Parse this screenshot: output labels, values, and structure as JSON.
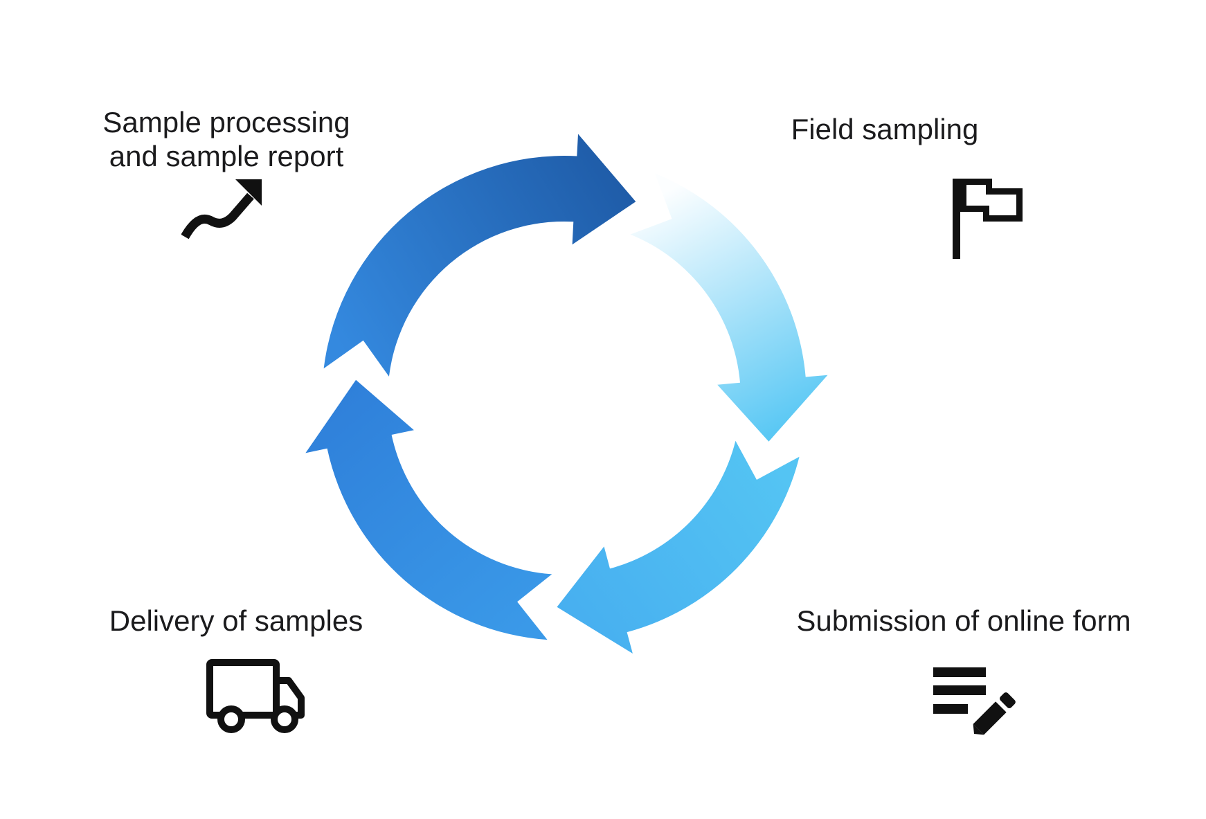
{
  "background_color": "#ffffff",
  "text_color": "#1b1b1d",
  "icon_color": "#111111",
  "steps": [
    {
      "label": "Field sampling",
      "line1": "Field sampling",
      "icon": "flag-icon",
      "position": "top-right"
    },
    {
      "label": "Submission of online form",
      "line1": "Submission of online form",
      "icon": "edit-note-icon",
      "position": "bottom-right"
    },
    {
      "label": "Delivery of samples",
      "line1": "Delivery of samples",
      "icon": "delivery-truck-icon",
      "position": "bottom-left"
    },
    {
      "label": "Sample processing and sample report",
      "line1": "Sample processing",
      "line2": "and sample report",
      "icon": "trending-up-icon",
      "position": "top-left"
    }
  ],
  "cycle": {
    "type": "circular-process",
    "direction": "clockwise",
    "segments": [
      {
        "name": "cycle-segment-left-to-top",
        "start_color": "#3489DF",
        "end_color": "#1F5CA8"
      },
      {
        "name": "cycle-segment-top-to-right",
        "start_color": "#FCFEFF",
        "end_color": "#57C7F4"
      },
      {
        "name": "cycle-segment-right-to-bottom",
        "start_color": "#54C4F3",
        "end_color": "#47AFF0"
      },
      {
        "name": "cycle-segment-bottom-to-left",
        "start_color": "#3A99E8",
        "end_color": "#2F80DA"
      }
    ]
  }
}
